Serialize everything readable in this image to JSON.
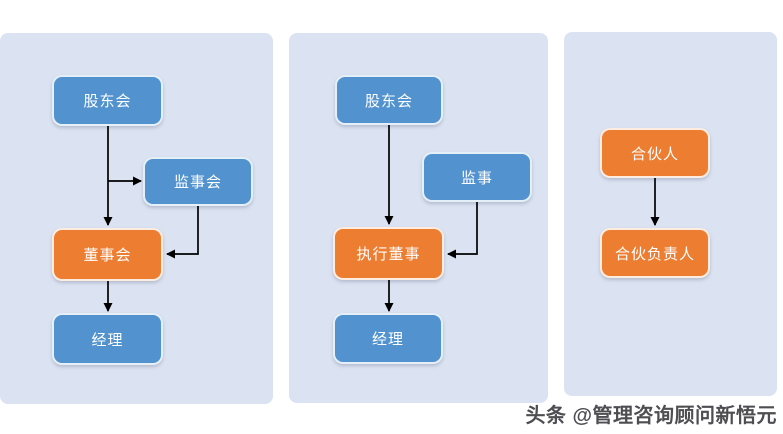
{
  "diagram": {
    "panel1": {
      "shareholders_meeting": "股东会",
      "supervisory_board": "监事会",
      "board_of_directors": "董事会",
      "manager": "经理"
    },
    "panel2": {
      "shareholders_meeting": "股东会",
      "supervisor": "监事",
      "executive_director": "执行董事",
      "manager": "经理"
    },
    "panel3": {
      "partner": "合伙人",
      "partnership_leader": "合伙负责人"
    }
  },
  "watermark": {
    "text": "头条 @管理咨询顾问新悟元"
  },
  "colors": {
    "page_background": "#ffffff",
    "panel_background": "#dbe2f1",
    "node_blue": "#5292cf",
    "node_orange": "#ed7d31",
    "node_text": "#ffffff",
    "connector": "#000000",
    "watermark_text": "#4e4e52"
  }
}
